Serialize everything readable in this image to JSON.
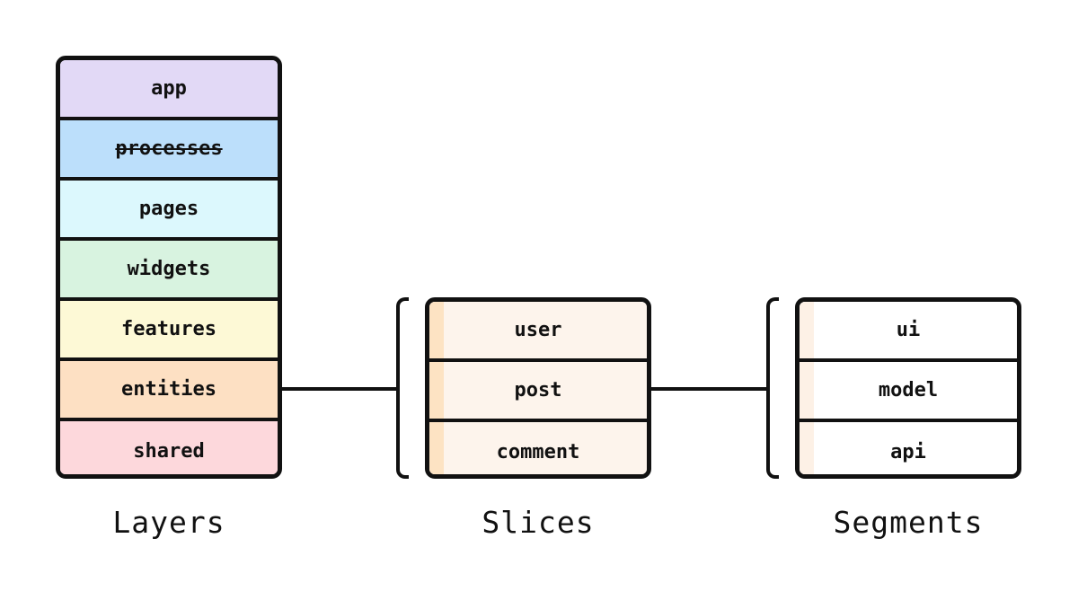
{
  "layers": {
    "caption": "Layers",
    "items": [
      {
        "label": "app",
        "color": "#e2d9f6",
        "strikethrough": false
      },
      {
        "label": "processes",
        "color": "#bcdffb",
        "strikethrough": true
      },
      {
        "label": "pages",
        "color": "#dcf8fd",
        "strikethrough": false
      },
      {
        "label": "widgets",
        "color": "#d8f3e0",
        "strikethrough": false
      },
      {
        "label": "features",
        "color": "#fdf9d6",
        "strikethrough": false
      },
      {
        "label": "entities",
        "color": "#fde0c3",
        "strikethrough": false
      },
      {
        "label": "shared",
        "color": "#fdd8dc",
        "strikethrough": false
      }
    ]
  },
  "slices": {
    "caption": "Slices",
    "fill_color": "#fdf4ec",
    "items": [
      {
        "label": "user"
      },
      {
        "label": "post"
      },
      {
        "label": "comment"
      }
    ]
  },
  "segments": {
    "caption": "Segments",
    "fill_color": "#ffffff",
    "items": [
      {
        "label": "ui"
      },
      {
        "label": "model"
      },
      {
        "label": "api"
      }
    ]
  }
}
